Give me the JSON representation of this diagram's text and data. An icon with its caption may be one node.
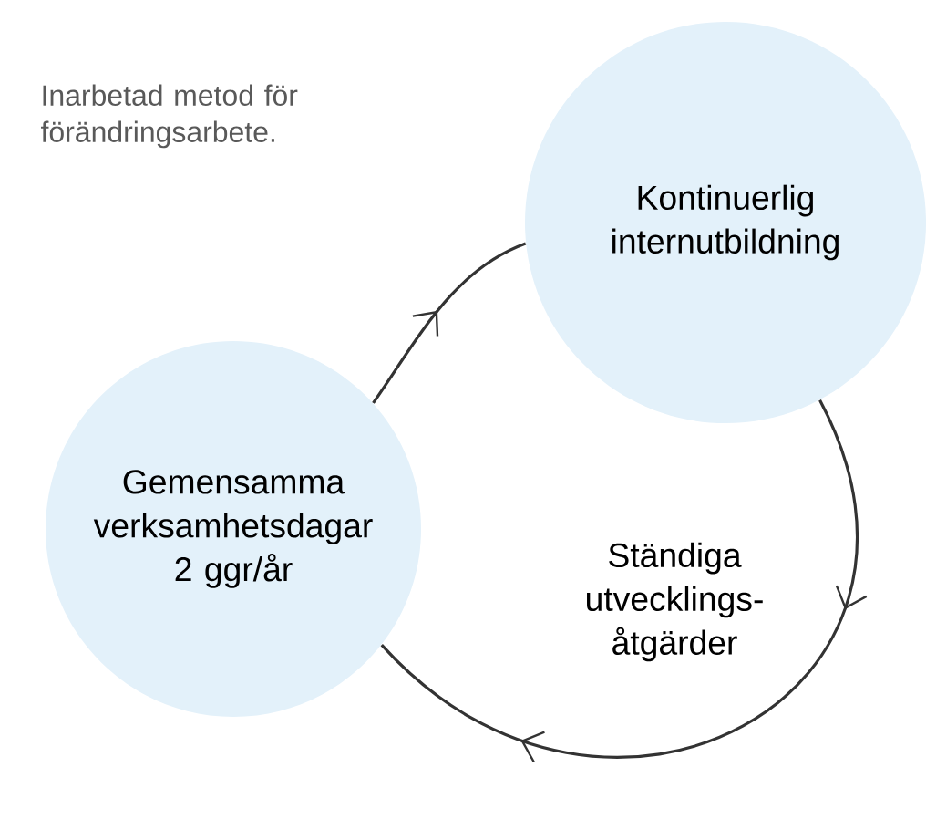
{
  "diagram": {
    "nodes": [
      {
        "text": [
          "Gemensamma verksamhetsdagar 2 ggr/år"
        ]
      },
      {
        "text": [
          "Kontinuerlig internutbildning"
        ]
      }
    ],
    "edges": [
      {
        "from": 0,
        "to": 1,
        "arrow": "to"
      },
      {
        "from": 1,
        "to": 0,
        "arrow": "to"
      }
    ],
    "labels": [
      "Inarbetad metod för förändringsarbete.",
      "Ständiga utvecklings- åtgärder"
    ]
  }
}
